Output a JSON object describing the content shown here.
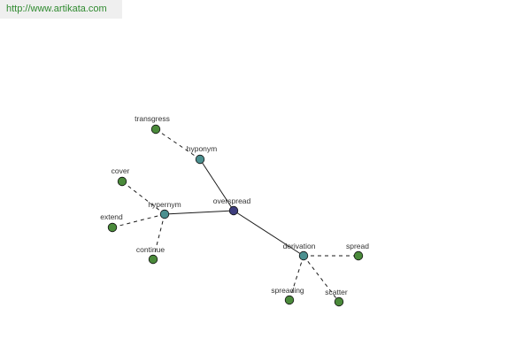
{
  "header": {
    "url_text": "http://www.artikata.com"
  },
  "graph": {
    "colors": {
      "center_node": "#3d3d7d",
      "relation_node": "#4b8f8f",
      "word_node": "#4a8a3a",
      "edge": "#1a1a1a",
      "label": "#333333",
      "link": "#2f8a2f"
    },
    "nodes": [
      {
        "id": "overspread",
        "label": "overspread",
        "kind": "center"
      },
      {
        "id": "hyponym",
        "label": "hyponym",
        "kind": "relation"
      },
      {
        "id": "hypernym",
        "label": "hypernym",
        "kind": "relation"
      },
      {
        "id": "derivation",
        "label": "derivation",
        "kind": "relation"
      },
      {
        "id": "transgress",
        "label": "transgress",
        "kind": "word"
      },
      {
        "id": "cover",
        "label": "cover",
        "kind": "word"
      },
      {
        "id": "extend",
        "label": "extend",
        "kind": "word"
      },
      {
        "id": "continue",
        "label": "continue",
        "kind": "word"
      },
      {
        "id": "spread",
        "label": "spread",
        "kind": "word"
      },
      {
        "id": "spreading",
        "label": "spreading",
        "kind": "word"
      },
      {
        "id": "scatter",
        "label": "scatter",
        "kind": "word"
      }
    ],
    "edges": [
      {
        "from": "overspread",
        "to": "hyponym",
        "style": "solid"
      },
      {
        "from": "overspread",
        "to": "hypernym",
        "style": "solid"
      },
      {
        "from": "overspread",
        "to": "derivation",
        "style": "solid"
      },
      {
        "from": "hyponym",
        "to": "transgress",
        "style": "dashed"
      },
      {
        "from": "hypernym",
        "to": "cover",
        "style": "dashed"
      },
      {
        "from": "hypernym",
        "to": "extend",
        "style": "dashed"
      },
      {
        "from": "hypernym",
        "to": "continue",
        "style": "dashed"
      },
      {
        "from": "derivation",
        "to": "spread",
        "style": "dashed"
      },
      {
        "from": "derivation",
        "to": "spreading",
        "style": "dashed"
      },
      {
        "from": "derivation",
        "to": "scatter",
        "style": "dashed"
      }
    ]
  }
}
